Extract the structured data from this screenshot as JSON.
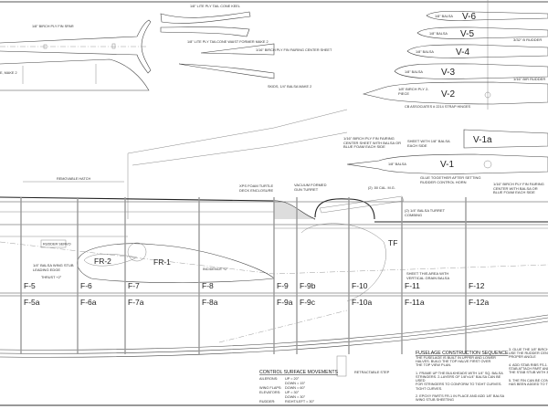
{
  "parts_top": {
    "fin_spar": "1/8\" BIRCH PLY FIN SPAR",
    "skid_left": "E, MAKE 2",
    "tail_cone_keel": "1/8\" LITE PLY TAIL CONE KEEL",
    "tail_cone_waist": "1/8\" LITE PLY TAILCONE WAIST FORMER MAKE 2",
    "fin_fairing": "1/16\" BIRCH PLY FIN FAIRING CENTER SHEET",
    "skids": "SKIDS, 1/4\" BALSA MAKE 2"
  },
  "vribs": {
    "items": [
      {
        "label": "V-6",
        "material": "1/8\" BALSA"
      },
      {
        "label": "V-5",
        "material": "1/8\" BALSA"
      },
      {
        "label": "V-4",
        "material": "1/8\" BALSA"
      },
      {
        "label": "V-3",
        "material": "1/8\" BALSA"
      },
      {
        "label": "V-2",
        "material": "1/8\" BIRCH PLY 2-PIECE"
      }
    ],
    "hinges": "CB ASSOCIATES # 2214 STRAP HINGES",
    "rudder_note_1": "3/32\" B RUDDER",
    "rudder_note_2": "1/16\" BIR RUDDER",
    "v1a": "V-1a",
    "v1": "V-1",
    "v1_material": "1/8\" BALSA",
    "sheet_note": "SHEET WITH 1/8\" BALSA EACH SIDE",
    "fin_fairing_left": "1/16\" BIRCH PLY FIN FAIRING CENTER SHEET WITH BALSA OR BLUE FOAM EACH SIDE",
    "glue_note": "GLUE TOGETHER AFTER SETTING RUDDER CONTROL HORN",
    "fin_fairing_right": "1/16\" BIRCH PLY FIN FAIRING CENTER WITH BALSA OR BLUE FOAM EACH SIDE"
  },
  "fuselage": {
    "removable_hatch": "REMOVABLE HATCH",
    "turtle_deck": "XPS FOAM TURTLE DECK ENCLOSURE",
    "gun_turret": "VACUUM FORMED GUN TURRET",
    "mg": "(2) .50 CAL. M.G.",
    "combing": "(2) 1/4\" BALSA TURRET COMBING",
    "tf": "TF",
    "rudder_servo": "RUDDER SERVO",
    "wing_stub": "1/4\" BALSA WING STUB LEADING EDGE",
    "thrust": "THRUST +2°",
    "incidence": "INCIDENCE +2°",
    "fr2": "FR-2",
    "fr1": "FR-1",
    "sheet_area": "SHEET THIS AREA WITH VERTICAL GRAIN BALSA",
    "retractable_step": "RETRACTABLE STEP",
    "formers_upper": [
      "F-5",
      "F-6",
      "F-7",
      "F-8",
      "F-9",
      "F-9b",
      "F-10",
      "F-11",
      "F-12"
    ],
    "formers_lower": [
      "F-5a",
      "F-6a",
      "F-7a",
      "F-8a",
      "F-9a",
      "F-9c",
      "F-10a",
      "F-11a",
      "F-12a"
    ]
  },
  "control_surfaces": {
    "title": "CONTROL SURFACE MOVEMENTS",
    "rows": [
      {
        "name": "AILERONS:",
        "value": "UP = 20°"
      },
      {
        "name": "",
        "value": "DOWN = 15°"
      },
      {
        "name": "WING FLAPS:",
        "value": "DOWN = 60°"
      },
      {
        "name": "ELEVATORS:",
        "value": "UP = 30°"
      },
      {
        "name": "",
        "value": "DOWN = 30°"
      },
      {
        "name": "RUDDER:",
        "value": "RIGHT/LEFT = 30°"
      }
    ]
  },
  "construction": {
    "title": "FUSELAGE CONSTRUCTION SEQUENCE",
    "lines": [
      "THE FUSELAGE IS BUILT IN UPPER AND LOWER",
      "HALVES. BUILD THE TOP HALVE FIRST OVER",
      "THE TOP VIEW PLAN.",
      "",
      "1. FRAME UP THE BULKHEADS WITH 1/4\" SQ. BALSA",
      "STRINGERS. 2-LAYERS OF 1/8\"x1/4\" BALSA CAN BE USED",
      "FOR STRINGERS TO CONFORM TO TIGHT CURVES.",
      "TIGHT CURVES.",
      "",
      "2. EPOXY PARTS FR-1 IN PLACE AND ADD 1/8\" BALSA",
      "WING STUB SHEETING"
    ],
    "lines_right": [
      "3. GLUE THE 1/8\" BIRCH PLY",
      "USE THE RUDDER CENTER",
      "PROPER ANGLE",
      "",
      "4. ADD STAB RIBS FS-1 AN",
      "STAB ATTACH PART AND C",
      "THE STAB STUB WITH 3/32",
      "",
      "5. THE FIN CAN BE CONST",
      "HAS BEEN ADDED TO THE"
    ]
  }
}
